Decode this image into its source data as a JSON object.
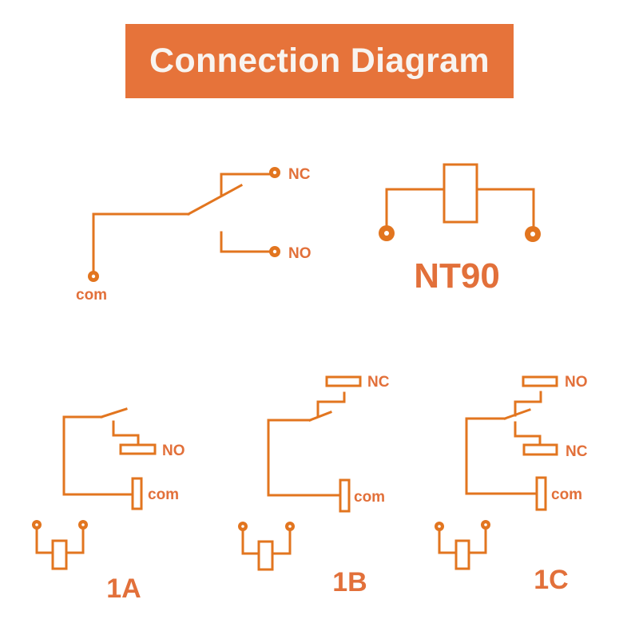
{
  "title": "Connection Diagram",
  "colors": {
    "banner": "#E6733A",
    "banner_text": "#F8F4F0",
    "line": "#E2751F",
    "label": "#E2703A"
  },
  "main_switch": {
    "labels": {
      "nc": "NC",
      "no": "NO",
      "com": "com"
    }
  },
  "coil": {
    "model": "NT90"
  },
  "variants": [
    {
      "name": "1A",
      "labels": {
        "contact_1": "NO",
        "com": "com"
      }
    },
    {
      "name": "1B",
      "labels": {
        "contact_1": "NC",
        "com": "com"
      }
    },
    {
      "name": "1C",
      "labels": {
        "contact_1": "NO",
        "contact_2": "NC",
        "com": "com"
      }
    }
  ]
}
